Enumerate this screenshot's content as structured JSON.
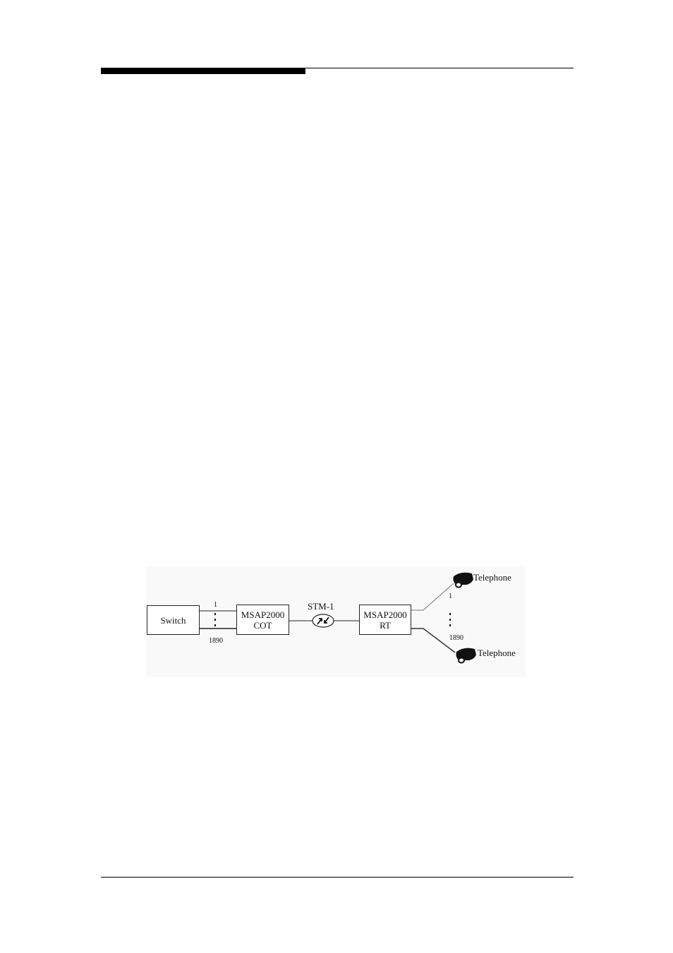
{
  "diagram": {
    "switch_label": "Switch",
    "cot": {
      "line1": "MSAP2000",
      "line2": "COT"
    },
    "rt": {
      "line1": "MSAP2000",
      "line2": "RT"
    },
    "link_label": "STM-1",
    "left_range": {
      "first": "1",
      "last": "1890"
    },
    "right_range": {
      "first": "1",
      "last": "1890"
    },
    "telephone_top_label": "Telephone",
    "telephone_bottom_label": "Telephone"
  }
}
